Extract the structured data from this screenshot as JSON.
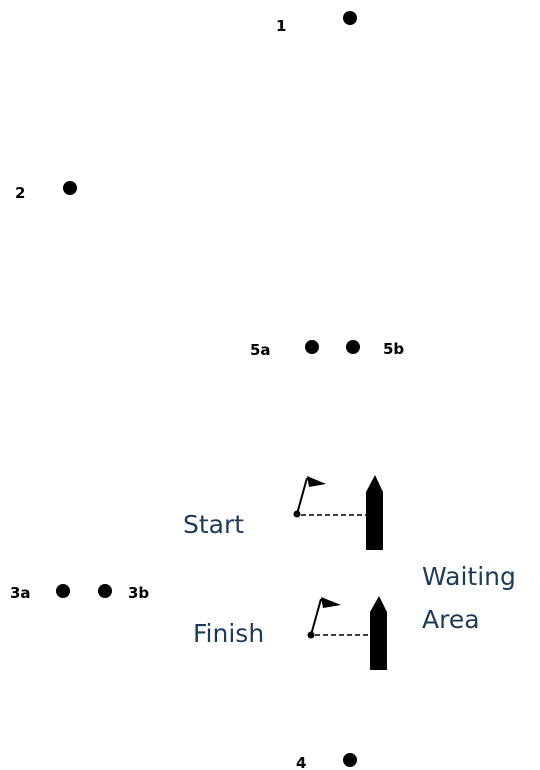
{
  "diagram": {
    "marks": {
      "m1": "1",
      "m2": "2",
      "m5a": "5a",
      "m5b": "5b",
      "m3a": "3a",
      "m3b": "3b",
      "m4": "4"
    },
    "labels": {
      "start": "Start",
      "finish": "Finish",
      "waiting_line1": "Waiting",
      "waiting_line2": "Area"
    },
    "colors": {
      "mark": "#000000",
      "label_text": "#1f3b57",
      "background": "#ffffff"
    }
  }
}
